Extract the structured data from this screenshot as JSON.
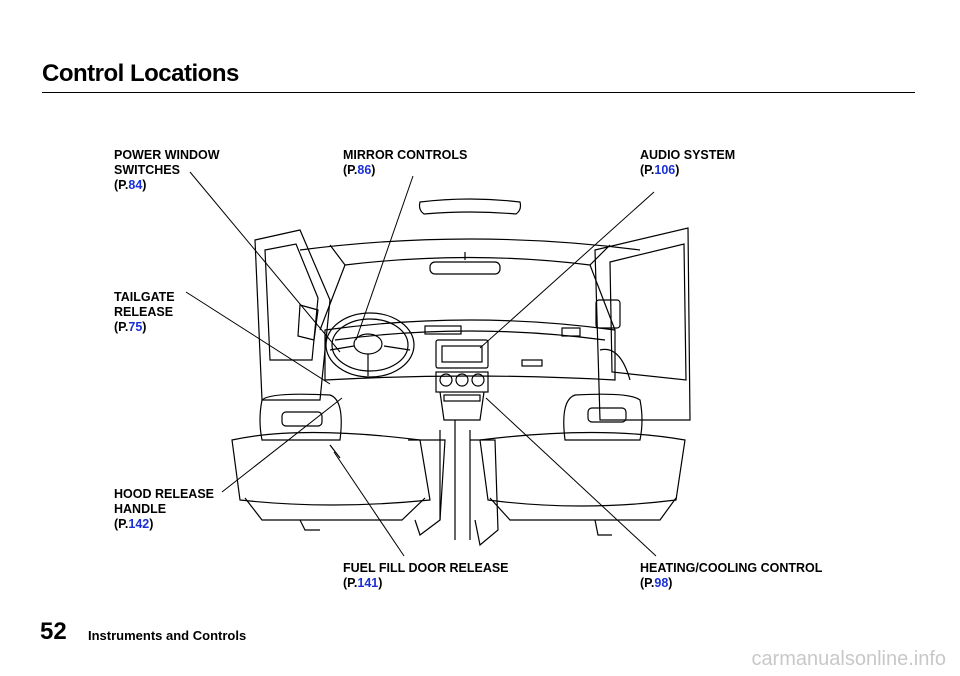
{
  "page": {
    "title": "Control Locations",
    "page_number": "52",
    "section": "Instruments and Controls",
    "watermark": "carmanualsonline.info"
  },
  "callouts": {
    "power_window": {
      "line1": "POWER  WINDOW",
      "line2": "SWITCHES",
      "prefix": "(P.",
      "page": "84",
      "suffix": ")"
    },
    "mirror": {
      "line1": "MIRROR  CONTROLS",
      "prefix": "(P.",
      "page": "86",
      "suffix": ")"
    },
    "audio": {
      "line1": "AUDIO  SYSTEM",
      "prefix": "(P.",
      "page": "106",
      "suffix": ")"
    },
    "tailgate": {
      "line1": "TAILGATE",
      "line2": "RELEASE",
      "prefix": "(P.",
      "page": "75",
      "suffix": ")"
    },
    "hood": {
      "line1": "HOOD RELEASE",
      "line2": "HANDLE",
      "prefix": "(P.",
      "page": "142",
      "suffix": ")"
    },
    "fuel": {
      "line1": "FUEL FILL DOOR RELEASE",
      "prefix": "(P.",
      "page": "141",
      "suffix": ")"
    },
    "heating": {
      "line1": "HEATING/COOLING  CONTROL",
      "prefix": "(P.",
      "page": "98",
      "suffix": ")"
    }
  },
  "colors": {
    "link": "#1a2fd6",
    "ink": "#000000",
    "watermark": "#c8c8c8"
  }
}
